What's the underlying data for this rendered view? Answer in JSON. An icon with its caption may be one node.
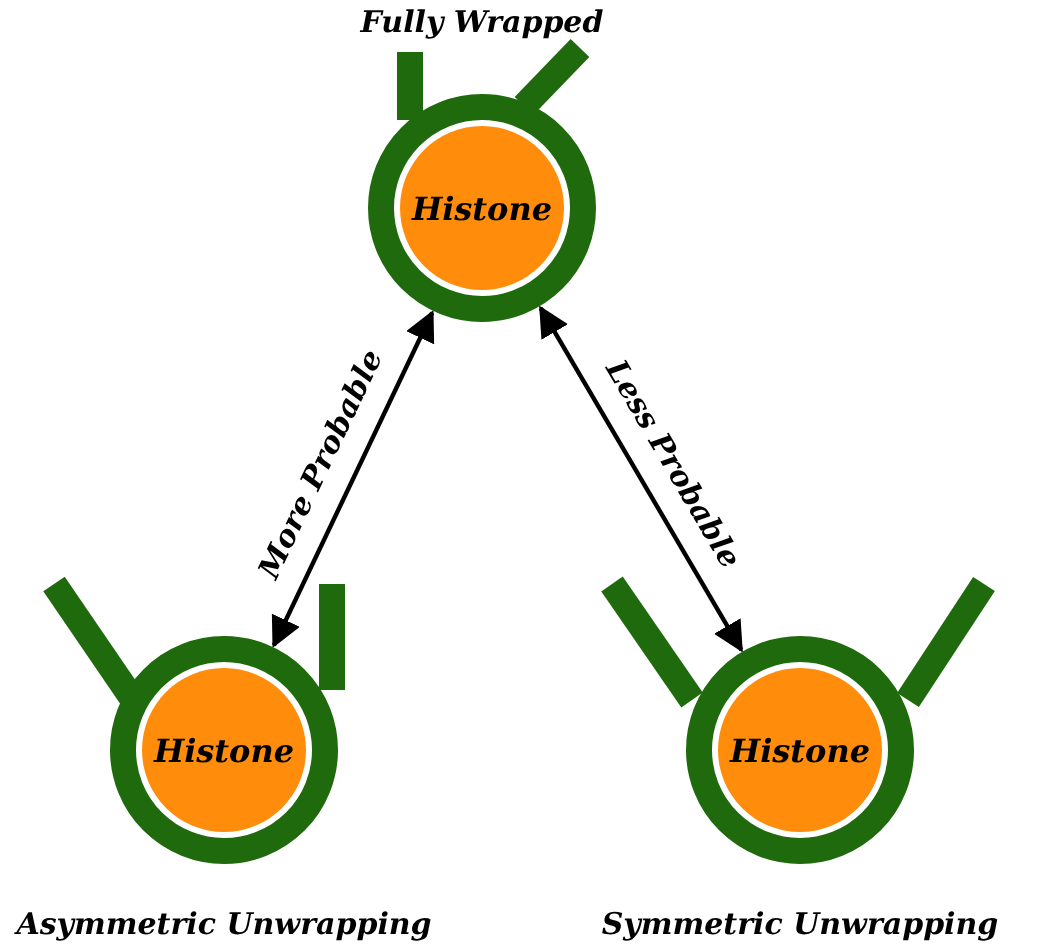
{
  "diagram": {
    "nodes": [
      {
        "text": [
          "Histone"
        ],
        "beside": [
          "Fully Wrapped"
        ]
      },
      {
        "text": [
          "Histone"
        ],
        "beside": [
          "Asymmetric Unwrapping"
        ]
      },
      {
        "text": [
          "Histone"
        ],
        "beside": [
          "Symmetric Unwrapping"
        ]
      }
    ],
    "edges": [
      {
        "from": 0,
        "to": 1,
        "arrow": "both",
        "label": "More Probable"
      },
      {
        "from": 0,
        "to": 2,
        "arrow": "both",
        "label": "Less Probable"
      }
    ]
  }
}
